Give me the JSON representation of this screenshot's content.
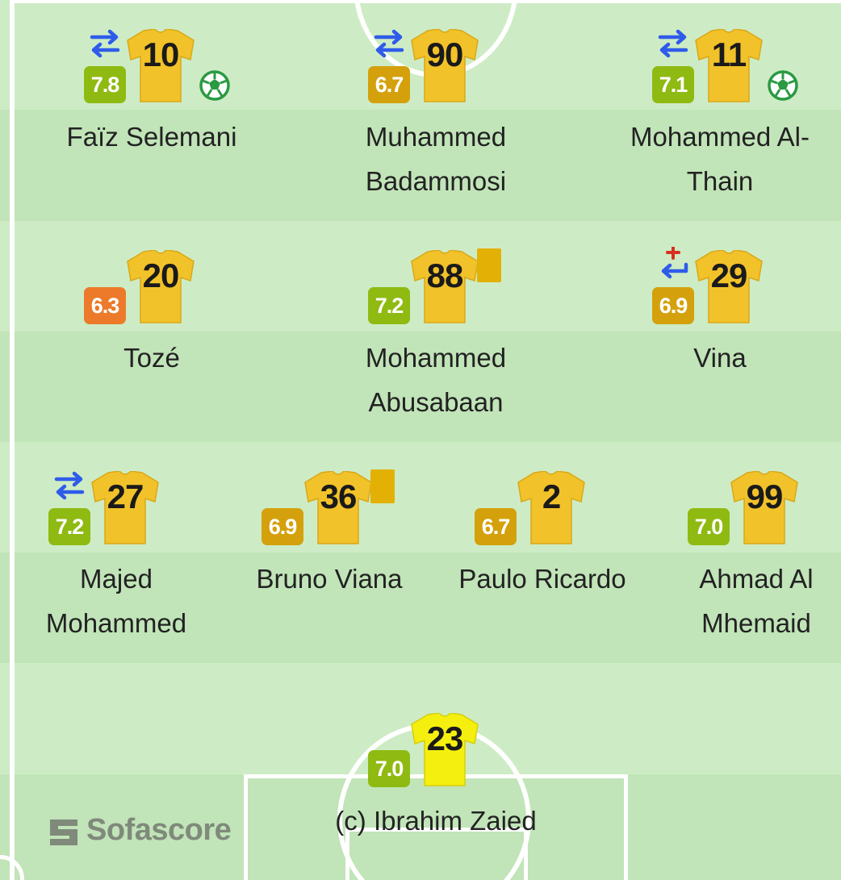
{
  "brand": {
    "logo_text": "Sofascore"
  },
  "colors": {
    "rating_green": "#8fba12",
    "rating_gold": "#d4a10c",
    "rating_orange": "#ec7a2a",
    "shirt_outfield": "#f2c22a",
    "shirt_goalkeeper": "#f5ef10",
    "sub_arrow": "#2f5bea",
    "sub_in_plus": "#d6301f",
    "yellow_card": "#e3b106"
  },
  "players": [
    {
      "number": "10",
      "rating": "7.8",
      "rating_class": "green",
      "name": "Faïz Selemani",
      "events": [
        "substitution-icon",
        "goal-ball-icon"
      ]
    },
    {
      "number": "90",
      "rating": "6.7",
      "rating_class": "gold",
      "name": "Muhammed Badammosi",
      "events": [
        "substitution-icon"
      ]
    },
    {
      "number": "11",
      "rating": "7.1",
      "rating_class": "green",
      "name": "Mohammed Al-Thain",
      "events": [
        "substitution-icon",
        "goal-ball-icon"
      ]
    },
    {
      "number": "20",
      "rating": "6.3",
      "rating_class": "orange",
      "name": "Tozé",
      "events": []
    },
    {
      "number": "88",
      "rating": "7.2",
      "rating_class": "green",
      "name": "Mohammed Abusabaan",
      "events": [
        "yellow-card-icon"
      ]
    },
    {
      "number": "29",
      "rating": "6.9",
      "rating_class": "gold",
      "name": "Vina",
      "events": [
        "sub-in-icon"
      ]
    },
    {
      "number": "27",
      "rating": "7.2",
      "rating_class": "green",
      "name": "Majed Mohammed",
      "events": [
        "substitution-icon"
      ]
    },
    {
      "number": "36",
      "rating": "6.9",
      "rating_class": "gold",
      "name": "Bruno Viana",
      "events": [
        "yellow-card-icon"
      ]
    },
    {
      "number": "2",
      "rating": "6.7",
      "rating_class": "gold",
      "name": "Paulo Ricardo",
      "events": []
    },
    {
      "number": "99",
      "rating": "7.0",
      "rating_class": "green",
      "name": "Ahmad Al Mhemaid",
      "events": []
    },
    {
      "number": "23",
      "rating": "7.0",
      "rating_class": "green",
      "name": "(c) Ibrahim Zaied",
      "events": [],
      "goalkeeper": true
    }
  ]
}
